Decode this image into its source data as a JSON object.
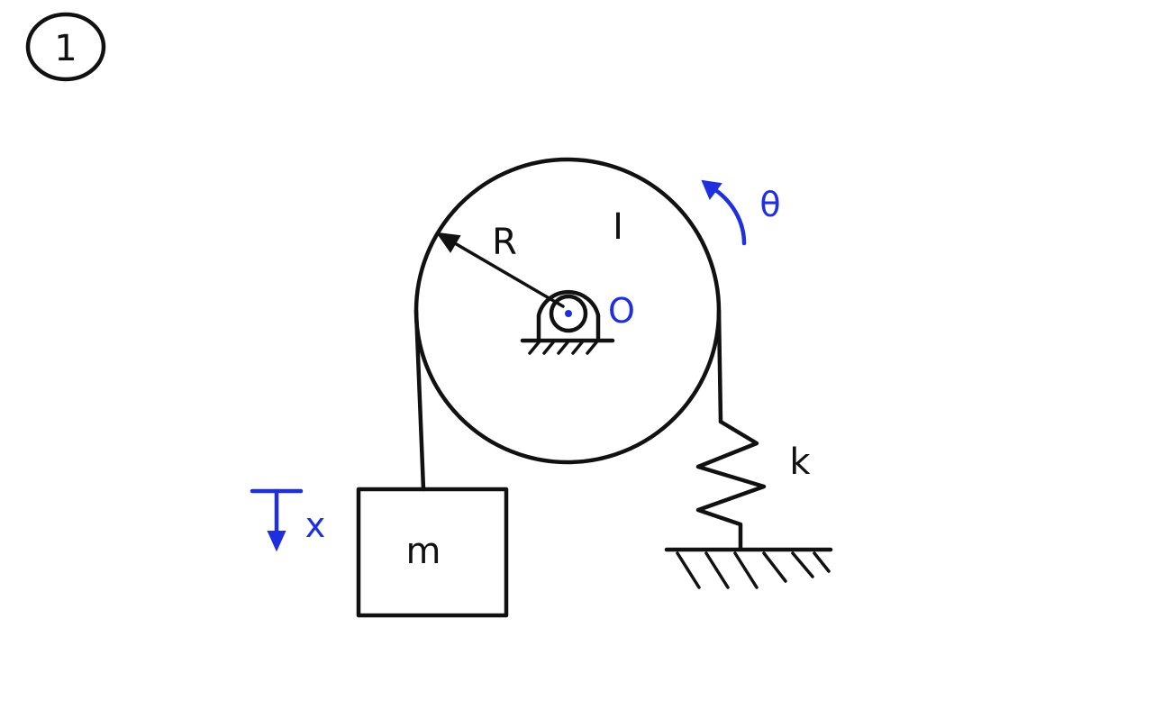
{
  "problem_number": "1",
  "labels": {
    "radius": "R",
    "inertia": "I",
    "pivot": "O",
    "angle": "θ",
    "mass": "m",
    "spring": "k",
    "displacement": "x"
  },
  "colors": {
    "ink": "#111111",
    "annotation": "#1f2fe0"
  }
}
